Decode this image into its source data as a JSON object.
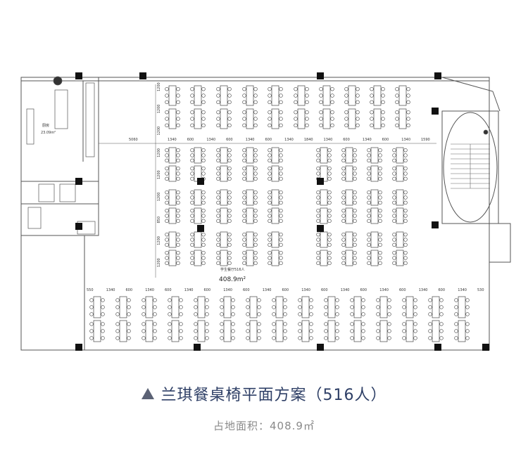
{
  "plan": {
    "top_dims": [
      "1340",
      "600",
      "1340",
      "600",
      "1340",
      "600",
      "1340",
      "1840",
      "1340",
      "600",
      "1340",
      "600",
      "1340",
      "1590"
    ],
    "bottom_dims": [
      "550",
      "1340",
      "600",
      "1340",
      "600",
      "1340",
      "600",
      "1340",
      "600",
      "1340",
      "600",
      "1340",
      "600",
      "1340",
      "600",
      "1340",
      "600",
      "1340",
      "600",
      "1340",
      "530"
    ],
    "left_dims": [
      "1200",
      "1200",
      "1200",
      "1200",
      "1200",
      "1200",
      "850",
      "1200",
      "1200"
    ],
    "left_span": "5060",
    "room_label": "学生餐厅516人",
    "area_label": "408.9m²",
    "kitchen_label": "厨房",
    "kitchen_area": "23.09m²"
  },
  "caption": {
    "title": "兰琪餐桌椅平面方案（516人）",
    "subtitle": "占地面积：408.9㎡"
  }
}
